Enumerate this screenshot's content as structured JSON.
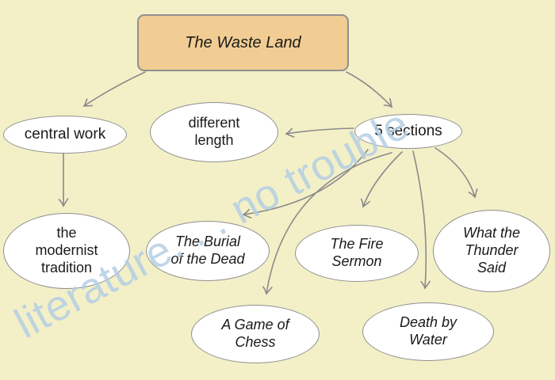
{
  "nodes": {
    "waste_land": {
      "label": "The Waste Land"
    },
    "central_work": {
      "label": "central work"
    },
    "different_length": {
      "label": "different\nlength"
    },
    "five_sections": {
      "label": "5 sections"
    },
    "modernist_tradition": {
      "label": "the\nmodernist\ntradition"
    },
    "burial_of_the_dead": {
      "label": "The Burial\nof the Dead"
    },
    "a_game_of_chess": {
      "label": "A Game of\nChess"
    },
    "the_fire_sermon": {
      "label": "The Fire\nSermon"
    },
    "death_by_water": {
      "label": "Death by\nWater"
    },
    "what_the_thunder_said": {
      "label": "What the\nThunder\nSaid"
    }
  },
  "edges": [
    {
      "from": "waste_land",
      "to": "central_work"
    },
    {
      "from": "waste_land",
      "to": "five_sections"
    },
    {
      "from": "five_sections",
      "to": "different_length"
    },
    {
      "from": "central_work",
      "to": "modernist_tradition"
    },
    {
      "from": "five_sections",
      "to": "burial_of_the_dead"
    },
    {
      "from": "five_sections",
      "to": "a_game_of_chess"
    },
    {
      "from": "five_sections",
      "to": "the_fire_sermon"
    },
    {
      "from": "five_sections",
      "to": "death_by_water"
    },
    {
      "from": "five_sections",
      "to": "what_the_thunder_said"
    }
  ],
  "watermark": {
    "text": "literature. . . no trouble"
  },
  "colors": {
    "background": "#f3f0c8",
    "title_fill": "#f2cd93",
    "node_fill": "#ffffff",
    "border": "#8f8f8f",
    "arrow": "#8a8a8a",
    "watermark": "#b4cfe4",
    "text": "#1a1a1a"
  }
}
